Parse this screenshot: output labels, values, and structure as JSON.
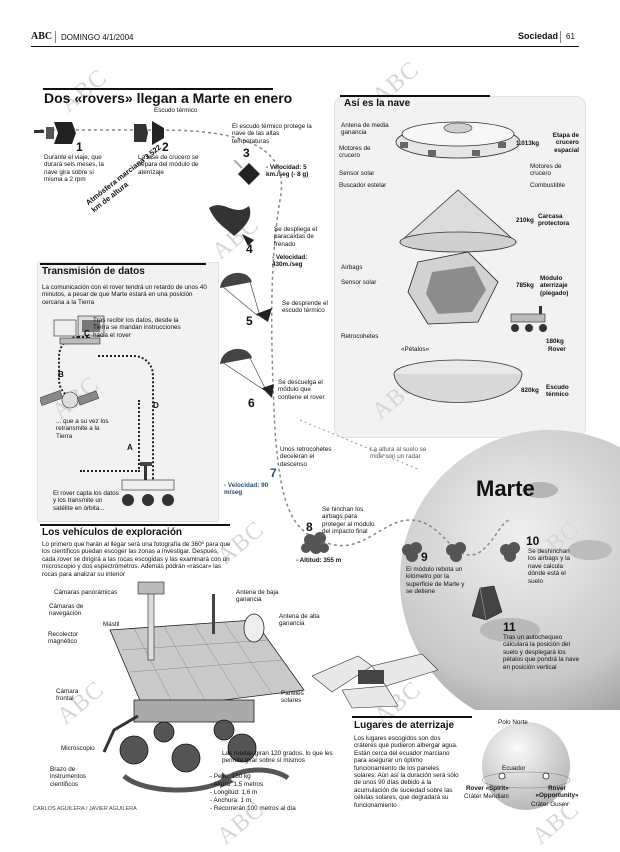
{
  "header": {
    "brand": "ABC",
    "date": "DOMINGO 4/1/2004",
    "section": "Sociedad",
    "page": "61"
  },
  "watermark": "ABC",
  "main_title": "Dos «rovers» llegan a Marte en enero",
  "steps": [
    {
      "n": "1",
      "text": "Durante el viaje, que durará seis meses, la nave gira sobre sí misma a 2 rpm"
    },
    {
      "n": "2",
      "text": "La fase de crucero se separa del módulo de aterrizaje"
    },
    {
      "n": "3",
      "text": "El escudo térmico protege la nave de las altas temperaturas",
      "data": "- Velocidad: 5 km./seg (- 8 g)"
    },
    {
      "n": "4",
      "text": "Se despliega el paracaídas de frenado",
      "data": "- Velocidad: 430m./seg"
    },
    {
      "n": "5",
      "text": "Se desprende el escudo térmico"
    },
    {
      "n": "6",
      "text": "Se descuelga el módulo que contiene el rover"
    },
    {
      "n": "7",
      "text": "Unos retrocohetes deceleran el descenso",
      "data": "- Velocidad: 90 m/seg"
    },
    {
      "n": "8",
      "text": "Se hinchan los airbags para proteger al módulo del impacto final",
      "data": "- Altitud: 355 m"
    },
    {
      "n": "9",
      "text": "El módulo rebota un kilómetro por la superficie de Marte y se detiene"
    },
    {
      "n": "10",
      "text": "Se deshinchan los airbags y la nave calcula dónde está el suelo"
    },
    {
      "n": "11",
      "text": "Tras un autochequeo calculará la posición del suelo y desplegará los pétalos que pondrá la nave en posición vertical"
    }
  ],
  "labels": {
    "escudo_termico_top": "Escudo térmico",
    "atmosfera": "Atmósfera marciana 3.522 km de altura",
    "radar": "La altura al suelo se mide con un radar",
    "marte": "Marte"
  },
  "nave": {
    "title": "Así es la nave",
    "parts_left": [
      "Antena de media ganancia",
      "Motores de crucero",
      "Sensor solar",
      "Buscador estelar",
      "Airbags",
      "Sensor solar",
      "Retrocohetes",
      "«Pétalos»"
    ],
    "parts_right": [
      {
        "weight": "1.013kg",
        "label": "Etapa de crucero espacial"
      },
      {
        "weight": "",
        "label": "Motores de crucero"
      },
      {
        "weight": "",
        "label": "Combustible"
      },
      {
        "weight": "210kg",
        "label": "Carcasa protectora"
      },
      {
        "weight": "785kg",
        "label": "Módulo aterrizaje (plegado)"
      },
      {
        "weight": "180kg",
        "label": "Rover"
      },
      {
        "weight": "820kg",
        "label": "Escudo térmico"
      }
    ]
  },
  "transmision": {
    "title": "Transmisión de datos",
    "intro": "La comunicación con el rover tendrá un retardo de unos 40 minutos, a pesar de que Marte estará en una posición cercana a la Tierra",
    "tierra": "Tras recibir los datos, desde la Tierra se mandan instrucciones hacia el rover",
    "satelite": "... que a su vez los retransmite a la Tierra",
    "rover": "El rover capta los datos y los transmite un satélite en órbita...",
    "letters": [
      "A",
      "B",
      "C",
      "D"
    ]
  },
  "vehiculos": {
    "title": "Los vehículos de exploración",
    "intro": "Lo primero que harán al llegar será una fotografía de 360º para que los científicos puedan escoger las zonas a investigar. Después, cada rover se dirigirá a las rocas escogidas y las examinará con un microscopio y dos espectrómetros. Además podrán «rascar» las rocas para analizar su interior",
    "parts": [
      "Cámaras panorámicas",
      "Cámaras de navegación",
      "Mástil",
      "Recolector magnético",
      "Cámara frontal",
      "Microscopio",
      "Brazo de instrumentos científicos",
      "Antena de baja ganancia",
      "Antena de alta ganancia",
      "Paneles solares"
    ],
    "ruedas": "Las ruedas giran 120 grados, lo que les permite girar sobre sí mismos",
    "specs": [
      "- Peso: 180 kg",
      "- Altura: 1,5 metros",
      "- Longitud: 1,6 m",
      "- Anchura: 1 m.",
      "- Recorrerán 100 metros al día"
    ]
  },
  "aterrizaje": {
    "title": "Lugares de aterrizaje",
    "text": "Los lugares escogidos son dos cráteres que pudieron albergar agua. Están cerca del ecuador marciano para asegurar un óptimo funcionamiento de los paneles solares. Aún así la duración será sólo de unos 90 días debido a la acumulación de suciedad sobre las células solares, que degradará su funcionamiento",
    "polo": "Polo Norte",
    "ecuador": "Ecuador",
    "spirit_name": "Rover «Spirit»",
    "spirit_site": "Cráter Meridiani",
    "opp_name": "Rover «Opportunity»",
    "opp_site": "Cráter Gusev"
  },
  "credit": "CARLOS AGUILERA / JAVIER AGUILERA"
}
